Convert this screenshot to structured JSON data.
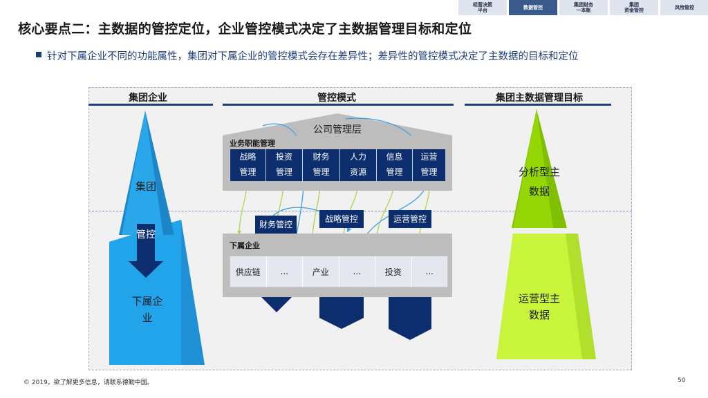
{
  "nav": {
    "tabs": [
      {
        "label": "经营决策\n平台",
        "active": false
      },
      {
        "label": "数据管控",
        "active": true
      },
      {
        "label": "集团财务\n一本账",
        "active": false
      },
      {
        "label": "集团\n资金管控",
        "active": false
      },
      {
        "label": "风险管控",
        "active": false
      }
    ]
  },
  "title": "核心要点二：主数据的管控定位，企业管控模式决定了主数据管理目标和定位",
  "subtitle": "针对下属企业不同的功能属性，集团对下属企业的管控模式会存在差异性；差异性的管控模式决定了主数据的目标和定位",
  "columns": {
    "left": "集团企业",
    "middle": "管控模式",
    "right": "集团主数据管理目标"
  },
  "left_pyramid": {
    "top_label": "集团",
    "arrow_label": "管控",
    "bottom_label": "下属企业"
  },
  "middle": {
    "roof_label": "公司管理层",
    "functions_header": "业务职能管理",
    "functions": [
      {
        "line1": "战略",
        "line2": "管理"
      },
      {
        "line1": "投资",
        "line2": "管理"
      },
      {
        "line1": "财务",
        "line2": "管理"
      },
      {
        "line1": "人力",
        "line2": "资源"
      },
      {
        "line1": "信息",
        "line2": "管理"
      },
      {
        "line1": "运营",
        "line2": "管理"
      }
    ],
    "modes": [
      "财务管控",
      "战略管控",
      "运营管控"
    ],
    "subsidiary_header": "下属企业",
    "subsidiary_cells": [
      "供应链",
      "...",
      "产业",
      "...",
      "投资",
      "..."
    ]
  },
  "right_pyramid": {
    "top_label": "分析型主数据",
    "bottom_label": "运营型主数据"
  },
  "footer": {
    "copyright": "© 2019。欲了解更多信息，请联系德勤中国。",
    "page": "50"
  },
  "colors": {
    "navy": "#0d2e6e",
    "blue_pyramid": "#1b9be0",
    "green_top": "#8fd400",
    "green_bottom": "#c8f53c",
    "arrow_green": "#a7d84a",
    "arrow_blue": "#3aa0e8"
  }
}
